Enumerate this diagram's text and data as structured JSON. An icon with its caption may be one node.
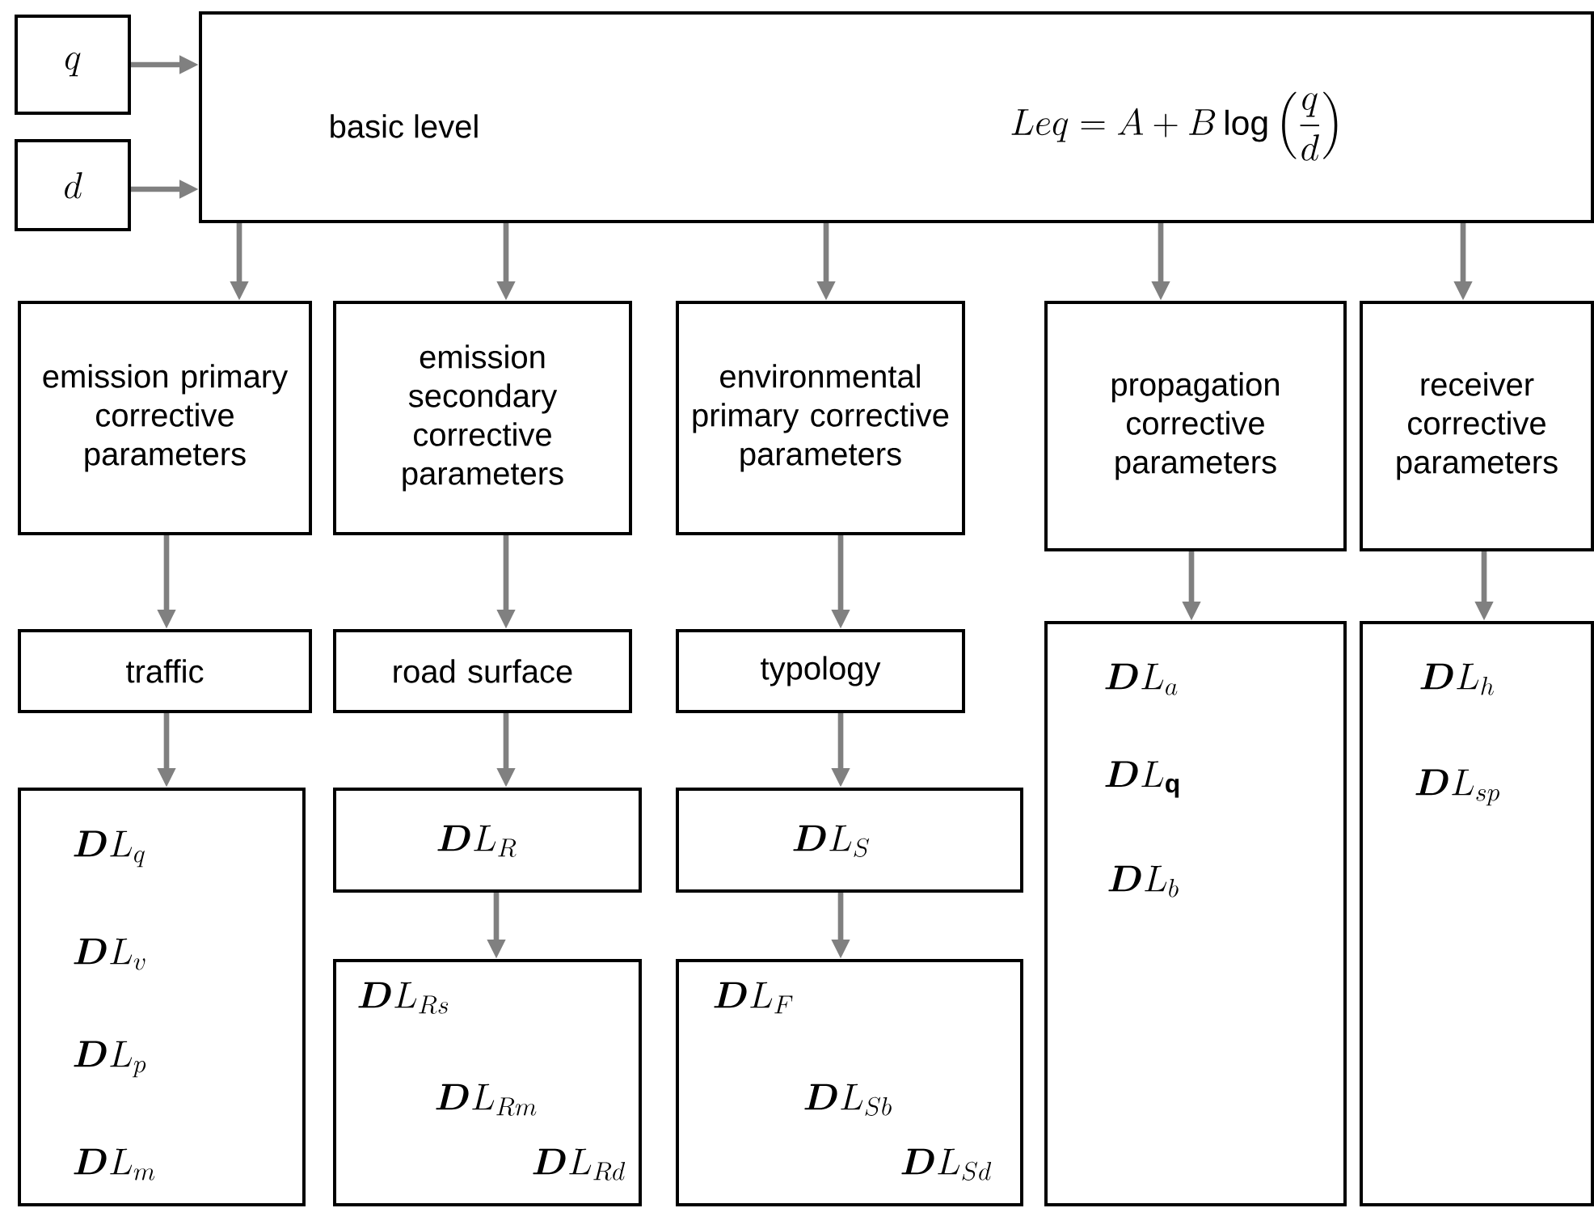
{
  "diagram": {
    "nodes": [
      {
        "text": [
          "q"
        ]
      },
      {
        "text": [
          "d"
        ]
      },
      {
        "text": [
          "basic level",
          "Leq = A + B\\log\\left(\\frac{q}{d}\\right)"
        ]
      },
      {
        "text": [
          "emission primary corrective parameters"
        ]
      },
      {
        "text": [
          "emission secondary corrective parameters"
        ]
      },
      {
        "text": [
          "environmental primary corrective parameters"
        ]
      },
      {
        "text": [
          "propagation corrective parameters"
        ]
      },
      {
        "text": [
          "receiver corrective parameters"
        ]
      },
      {
        "text": [
          "traffic"
        ]
      },
      {
        "text": [
          "road surface"
        ]
      },
      {
        "text": [
          "typology"
        ]
      },
      {
        "text": [
          "\\bm{D}L_{q}",
          "\\bm{D}L_{v}",
          "\\bm{D}L_{p}",
          "\\bm{D}L_{m}"
        ]
      },
      {
        "text": [
          "\\bm{D}L_{R}"
        ]
      },
      {
        "text": [
          "\\bm{D}L_{S}"
        ]
      },
      {
        "text": [
          "\\bm{D}L_{a}",
          "\\bm{D}L_{\\mathbf{q}}",
          "\\bm{D}L_{b}"
        ]
      },
      {
        "text": [
          "\\bm{D}L_{h}",
          "\\bm{D}L_{sp}"
        ]
      },
      {
        "text": [
          "\\bm{D}L_{Rs}",
          "\\bm{D}L_{Rm}",
          "\\bm{D}L_{Rd}"
        ]
      },
      {
        "text": [
          "\\bm{D}L_{F}",
          "\\bm{D}L_{Sb}",
          "\\bm{D}L_{Sd}"
        ]
      }
    ],
    "edges": [
      {
        "from": 0,
        "to": 2,
        "arrow": "to"
      },
      {
        "from": 1,
        "to": 2,
        "arrow": "to"
      },
      {
        "from": 2,
        "to": 3,
        "arrow": "to"
      },
      {
        "from": 2,
        "to": 4,
        "arrow": "to"
      },
      {
        "from": 2,
        "to": 5,
        "arrow": "to"
      },
      {
        "from": 2,
        "to": 6,
        "arrow": "to"
      },
      {
        "from": 2,
        "to": 7,
        "arrow": "to"
      },
      {
        "from": 3,
        "to": 8,
        "arrow": "to"
      },
      {
        "from": 4,
        "to": 9,
        "arrow": "to"
      },
      {
        "from": 5,
        "to": 10,
        "arrow": "to"
      },
      {
        "from": 6,
        "to": 14,
        "arrow": "to"
      },
      {
        "from": 7,
        "to": 15,
        "arrow": "to"
      },
      {
        "from": 8,
        "to": 11,
        "arrow": "to"
      },
      {
        "from": 9,
        "to": 12,
        "arrow": "to"
      },
      {
        "from": 10,
        "to": 13,
        "arrow": "to"
      },
      {
        "from": 12,
        "to": 16,
        "arrow": "to"
      },
      {
        "from": 13,
        "to": 17,
        "arrow": "to"
      }
    ]
  }
}
